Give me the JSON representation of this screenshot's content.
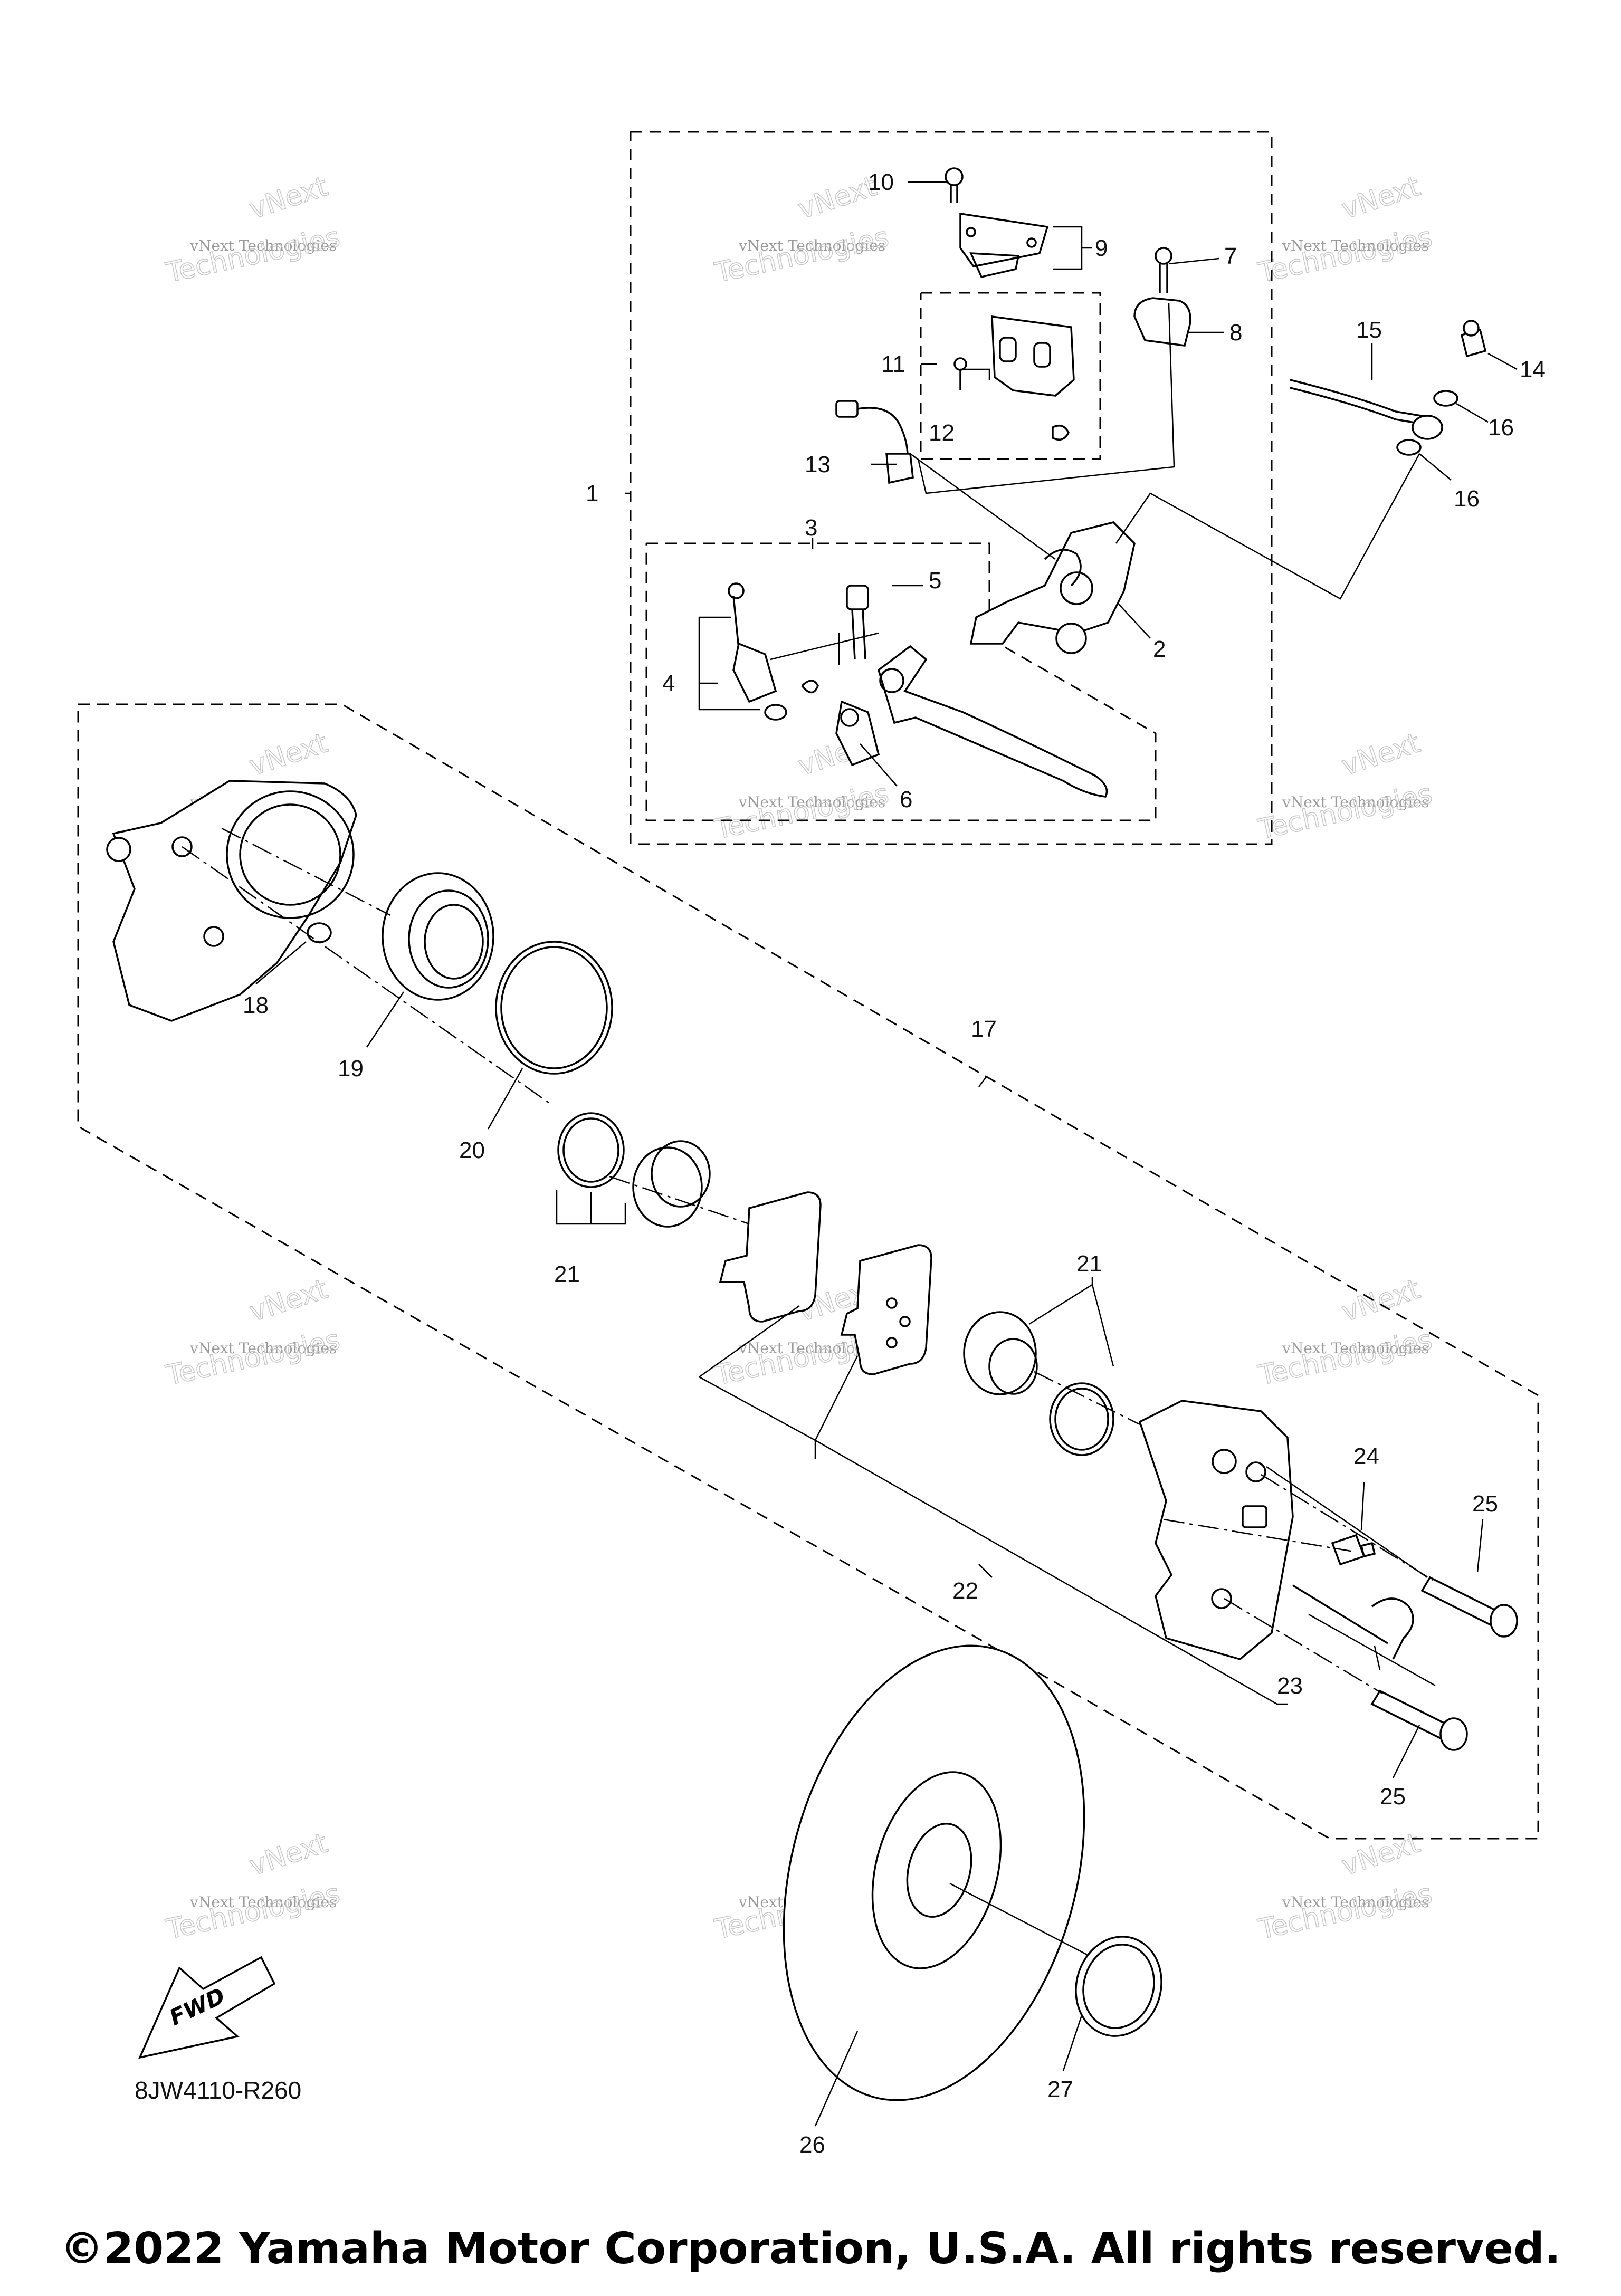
{
  "diagram_code": "8JW4110-R260",
  "copyright": "©2022 Yamaha Motor Corporation, U.S.A. All rights reserved.",
  "fwd_label": "FWD",
  "watermark": {
    "line1": "vNext",
    "line2": "vNext Technologies",
    "line3": "Technologies"
  },
  "callouts": {
    "c1": "1",
    "c2": "2",
    "c3": "3",
    "c4": "4",
    "c5": "5",
    "c6": "6",
    "c7": "7",
    "c8": "8",
    "c9": "9",
    "c10": "10",
    "c11": "11",
    "c12": "12",
    "c13": "13",
    "c14": "14",
    "c15": "15",
    "c16a": "16",
    "c16b": "16",
    "c17": "17",
    "c18": "18",
    "c19": "19",
    "c20": "20",
    "c21a": "21",
    "c21b": "21",
    "c22": "22",
    "c23": "23",
    "c24": "24",
    "c25a": "25",
    "c25b": "25",
    "c26": "26",
    "c27": "27"
  }
}
